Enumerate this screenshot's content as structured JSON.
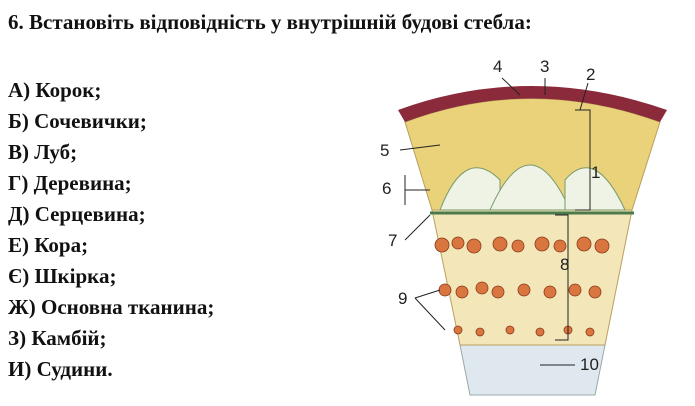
{
  "question": "6. Встановіть відповідність у внутрішній будові стебла:",
  "options": [
    "А) Корок;",
    "Б) Сочевички;",
    "В) Луб;",
    "Г) Деревина;",
    "Д) Серцевина;",
    "Е) Кора;",
    "Є) Шкірка;",
    "Ж) Основна тканина;",
    "З) Камбій;",
    "И) Судини."
  ],
  "figure": {
    "labels": [
      "1",
      "2",
      "3",
      "4",
      "5",
      "6",
      "7",
      "8",
      "9",
      "10"
    ]
  },
  "colors": {
    "cork": "#8b2a3a",
    "bark": "#e9d27a",
    "wood": "#f3e6b8",
    "vessels": "#d9763f",
    "pith": "#dfe8ee"
  }
}
